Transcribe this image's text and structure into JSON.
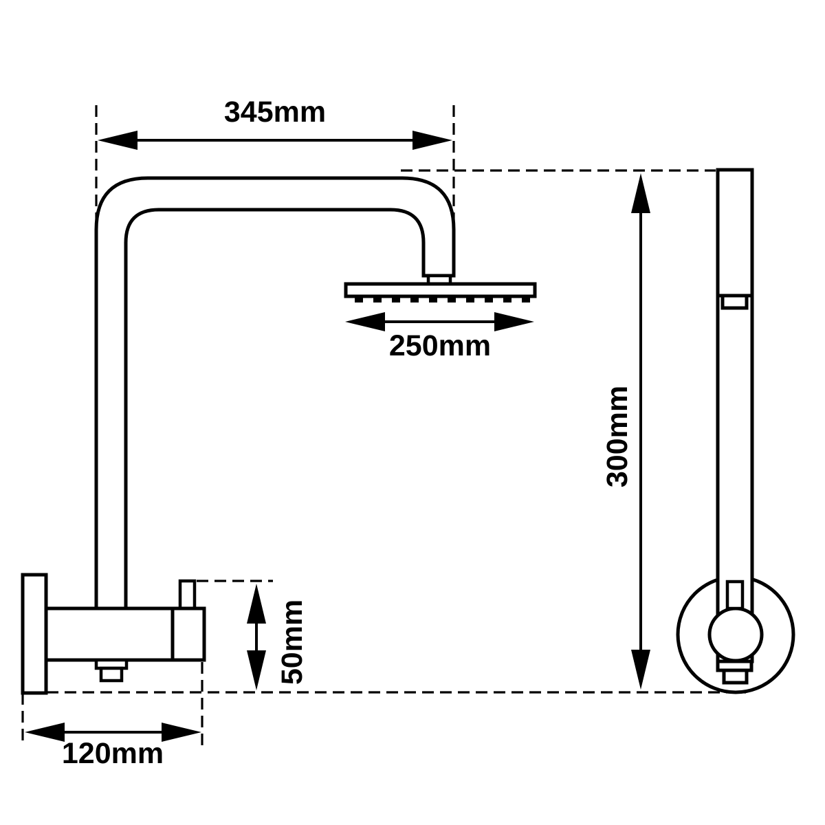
{
  "drawing": {
    "type": "technical-dimension-diagram",
    "subject": "wall-mounted shower arm and hand shower rail, front and side views",
    "colors": {
      "line": "#000000",
      "background": "#ffffff"
    },
    "dimensions": {
      "arm_reach": "345mm",
      "head_width": "250mm",
      "rail_height": "300mm",
      "mount_offset": "50mm",
      "base_width": "120mm"
    }
  }
}
